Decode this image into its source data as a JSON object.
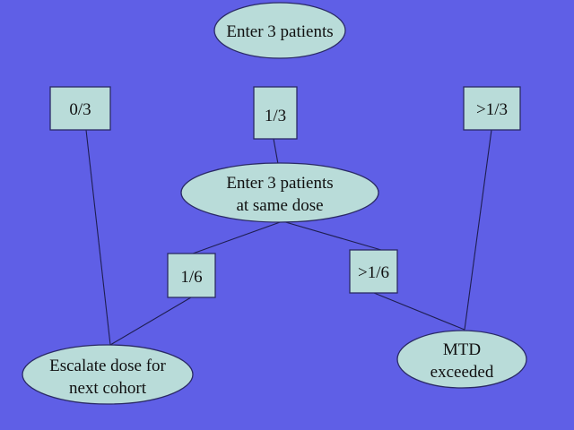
{
  "diagram": {
    "start": "Enter 3 patients",
    "outcomes": {
      "zero_of_three": "0/3",
      "one_of_three": "1/3",
      "more_than_one_of_three": ">1/3",
      "one_of_six": "1/6",
      "more_than_one_of_six": ">1/6"
    },
    "same_dose": {
      "line1": "Enter 3 patients",
      "line2": "at same dose"
    },
    "escalate": {
      "line1": "Escalate dose for",
      "line2": "next cohort"
    },
    "mtd": {
      "line1": "MTD",
      "line2": "exceeded"
    }
  },
  "colors": {
    "background": "#5f5fe6",
    "node_fill": "#b9dcd9",
    "node_stroke": "#2a2a66"
  }
}
